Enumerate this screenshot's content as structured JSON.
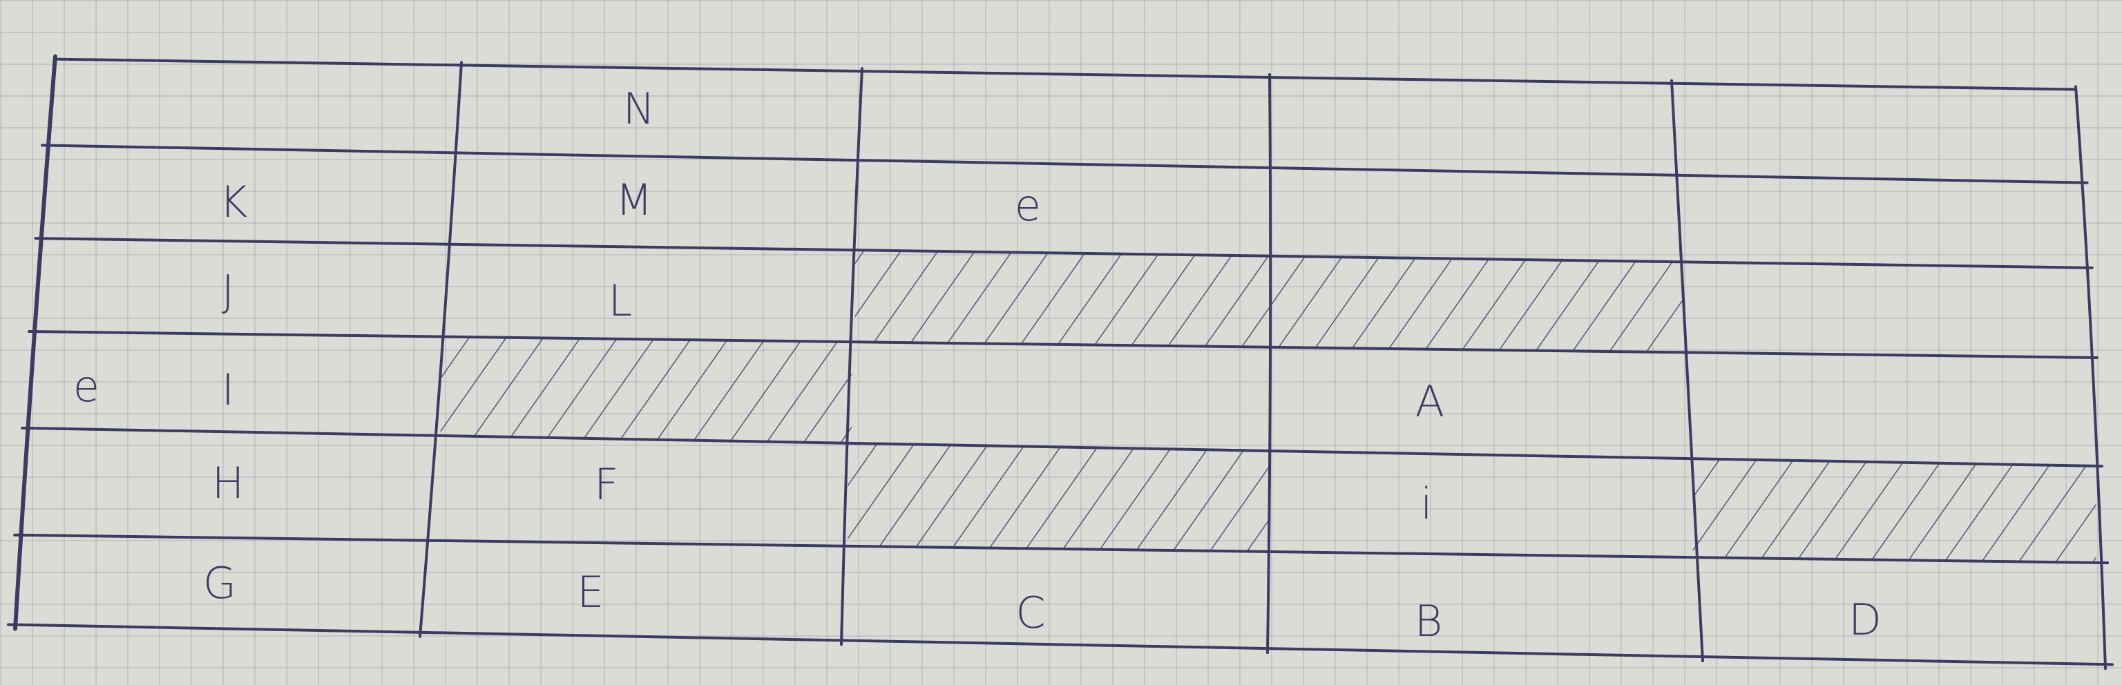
{
  "table": {
    "rows": [
      [
        "",
        "N",
        "",
        "",
        ""
      ],
      [
        "K",
        "M",
        "e",
        "",
        ""
      ],
      [
        "J",
        "L",
        "",
        "",
        ""
      ],
      [
        "I",
        "",
        "",
        "A",
        ""
      ],
      [
        "H",
        "F",
        "",
        "i",
        ""
      ],
      [
        "G",
        "E",
        "C",
        "B",
        "D"
      ]
    ],
    "margin_label": "e",
    "hatched_cells": [
      {
        "row": 2,
        "col": 2
      },
      {
        "row": 2,
        "col": 3
      },
      {
        "row": 3,
        "col": 1
      },
      {
        "row": 4,
        "col": 2
      },
      {
        "row": 4,
        "col": 4
      }
    ]
  },
  "colors": {
    "ink": "#3c3b63",
    "paper": "#dcdcd6",
    "grid": "#9a9aae"
  }
}
